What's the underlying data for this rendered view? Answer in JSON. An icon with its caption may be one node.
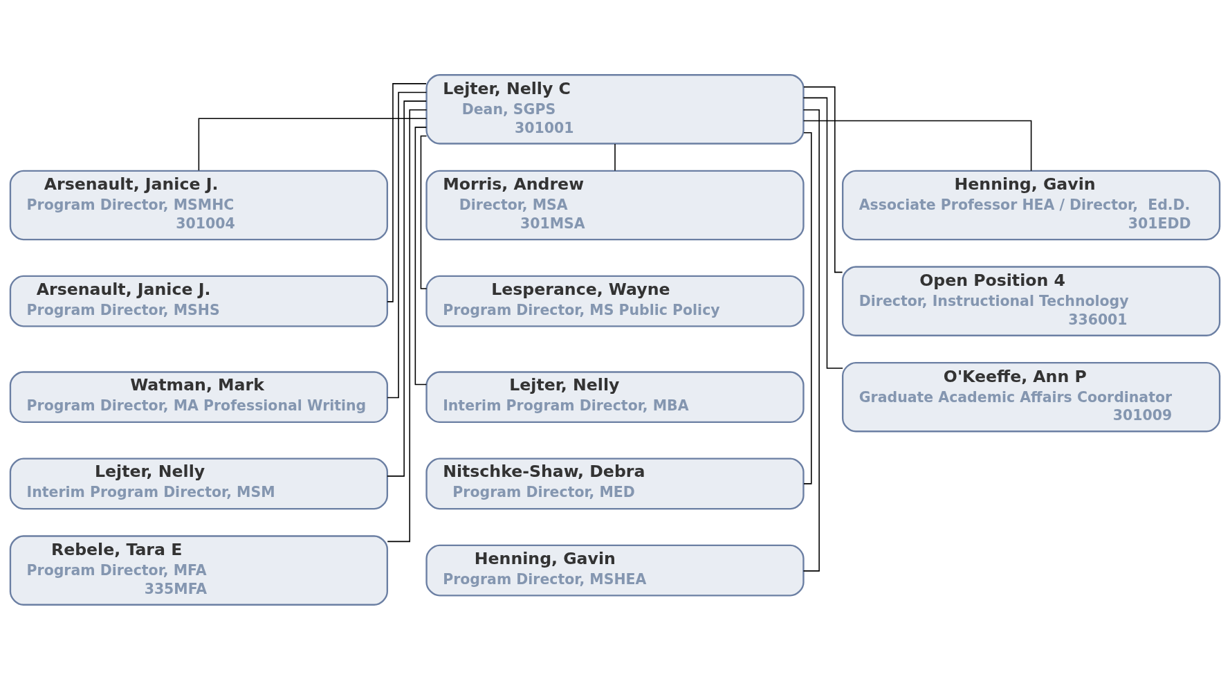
{
  "diagram": {
    "nodes": [
      {
        "text": [
          "Lejter, Nelly C",
          "Dean, SGPS",
          "301001"
        ]
      },
      {
        "text": [
          "Arsenault, Janice J.",
          "Program Director, MSMHC",
          "301004"
        ]
      },
      {
        "text": [
          "Morris, Andrew",
          "Director, MSA",
          "301MSA"
        ]
      },
      {
        "text": [
          "Henning, Gavin",
          "Associate Professor HEA / Director,  Ed.D.",
          "301EDD"
        ]
      },
      {
        "text": [
          "Arsenault, Janice J.",
          "Program Director, MSHS"
        ]
      },
      {
        "text": [
          "Lesperance, Wayne",
          "Program Director, MS Public Policy"
        ]
      },
      {
        "text": [
          "Open Position 4",
          "Director, Instructional Technology",
          "336001"
        ]
      },
      {
        "text": [
          "Watman, Mark",
          "Program Director, MA Professional Writing"
        ]
      },
      {
        "text": [
          "Lejter, Nelly",
          "Interim Program Director, MBA"
        ]
      },
      {
        "text": [
          "O'Keeffe, Ann P",
          "Graduate Academic Affairs Coordinator",
          "301009"
        ]
      },
      {
        "text": [
          "Lejter, Nelly",
          "Interim Program Director, MSM"
        ]
      },
      {
        "text": [
          "Nitschke-Shaw, Debra",
          "Program Director, MED"
        ]
      },
      {
        "text": [
          "Rebele, Tara E",
          "Program Director, MFA",
          "335MFA"
        ]
      },
      {
        "text": [
          "Henning, Gavin",
          "Program Director, MSHEA"
        ]
      }
    ],
    "edges": [
      {
        "from": 0,
        "to": 1,
        "arrow": "none"
      },
      {
        "from": 0,
        "to": 2,
        "arrow": "none"
      },
      {
        "from": 0,
        "to": 3,
        "arrow": "none"
      },
      {
        "from": 0,
        "to": 4,
        "arrow": "none"
      },
      {
        "from": 0,
        "to": 5,
        "arrow": "none"
      },
      {
        "from": 0,
        "to": 6,
        "arrow": "none"
      },
      {
        "from": 0,
        "to": 7,
        "arrow": "none"
      },
      {
        "from": 0,
        "to": 8,
        "arrow": "none"
      },
      {
        "from": 0,
        "to": 9,
        "arrow": "none"
      },
      {
        "from": 0,
        "to": 10,
        "arrow": "none"
      },
      {
        "from": 0,
        "to": 11,
        "arrow": "none"
      },
      {
        "from": 0,
        "to": 12,
        "arrow": "none"
      },
      {
        "from": 0,
        "to": 13,
        "arrow": "none"
      }
    ]
  }
}
